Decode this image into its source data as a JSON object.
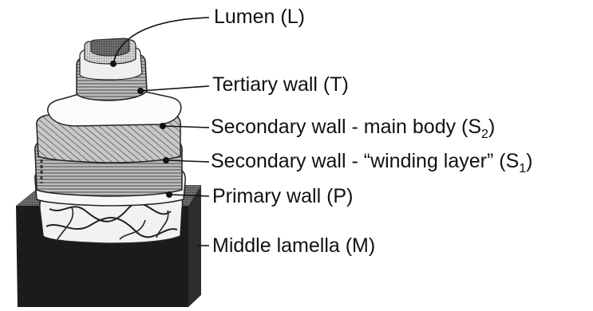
{
  "labels": {
    "lumen": "Lumen (L)",
    "tertiary": "Tertiary wall (T)",
    "s2_text": "Secondary wall - main body (S",
    "s2_sub": "2",
    "s2_close": ")",
    "s1_text": "Secondary wall - “winding layer” (S",
    "s1_sub": "1",
    "s1_close": ")",
    "primary": "Primary wall (P)",
    "middle": "Middle lamella (M)"
  },
  "colors": {
    "middle_lamella": "#1b1b1b",
    "primary_wall": "#f4f4f4",
    "secondary_layers": "#9a9a9a",
    "lumen": "#6d6d6d",
    "leader_lines": "#111111"
  }
}
